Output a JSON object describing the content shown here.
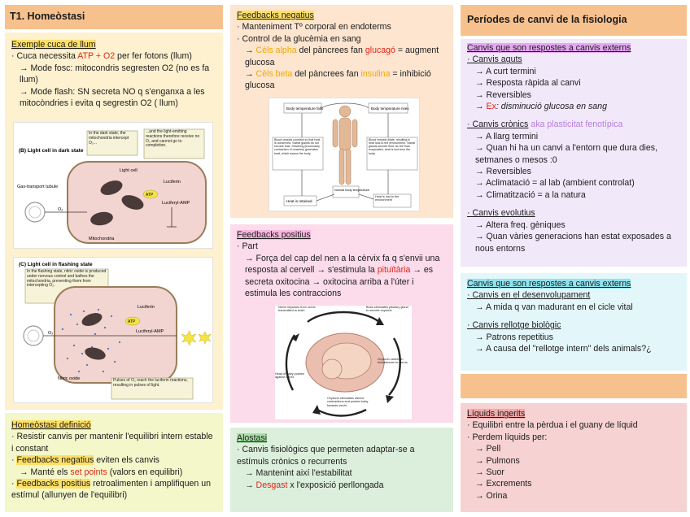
{
  "col1": {
    "title": "T1. Homeòstasi",
    "example_heading": "Exemple cuca de llum",
    "lines": [
      {
        "pre": "· Cuca necessita ",
        "hi": "ATP + O2",
        "post": " per fer fotons (llum)"
      },
      {
        "text": "→ Mode fosc: mitocondris segresten O2 (no es fa llum)"
      },
      {
        "text": "→ Mode flash: SN secreta NO q s'enganxa a les mitocòndries i evita q segrestin O2 ( llum)"
      }
    ],
    "fig_a": {
      "panel": "(B) Light cell in dark state",
      "callout1": "In the dark state, the mitochondria intercept O₂...",
      "callout2": "...and the light-emitting reactions therefore receive no O₂ and cannot go to completion.",
      "light_cell": "Light cell",
      "gas": "Gas-transport tubule",
      "luciferin": "Luciferin",
      "atp": "ATP",
      "amp": "Luciferyl-AMP",
      "mito": "Mitochondria",
      "o2": "O₂"
    },
    "fig_b": {
      "panel": "(C) Light cell in flashing state",
      "callout1": "In the flashing state, nitric oxide is produced under nervous control and bathes the mitochondria, preventing them from intercepting O₂.",
      "callout2": "Pulses of O₂ reach the luciferin reactions, resulting in pulses of light.",
      "luciferin": "Luciferin",
      "atp": "ATP",
      "amp": "Luciferyl-AMP",
      "no": "Nitric oxide",
      "o2": "O₂"
    },
    "def_heading": "Homeòstasi definició",
    "def_lines": [
      {
        "text": "· Resistir canvis per mantenir l'equilibri intern estable i constant"
      },
      {
        "pre": "· ",
        "hi": "Feedbacks negatius",
        "post": " eviten els canvis"
      },
      {
        "pre": "→ Manté els ",
        "red": "set points",
        "post": " (valors en equilibri)"
      },
      {
        "pre": "· ",
        "hi": "Feedbacks positius",
        "post": " retroalimenten i amplifiquen un estímul (allunyen de l'equilibri)"
      }
    ]
  },
  "col2": {
    "neg_heading": "Feedbacks negatius",
    "neg_lines": [
      "· Manteniment Tº corporal en endoterms",
      "· Control de la glucèmia en sang"
    ],
    "neg_alpha": {
      "pre": "→ ",
      "hi": "Cèls alpha",
      "mid": " del pàncrees fan ",
      "red": "glucagó",
      "post": " = augment glucosa"
    },
    "neg_beta": {
      "pre": "→ ",
      "hi": "Cèls beta",
      "mid": " del pàncrees fan ",
      "org": "insulina",
      "post": " = inhibició glucosa"
    },
    "fig_c": {
      "t1": "Body temperature falls",
      "t2": "Body temperature rises",
      "l1": "Blood vessels constrict so that heat is conserved. Sweat glands do not secrete fluid. Shivering (involuntary contraction of muscles) generates heat, which warms the body.",
      "l2": "Blood vessels dilate, resulting in heat loss to the environment. Sweat glands secrete fluid. As the fluid evaporates, heat is lost from the body.",
      "c": "Normal body temperature",
      "b1": "Heat is retained",
      "b2": "Heat is lost to the environment"
    },
    "pos_heading": "Feedbacks positius",
    "pos_part": "· Part",
    "pos_text1": "→ Força del cap del nen a la cèrvix fa q s'envii una resposta al cervell → s'estimula la ",
    "pos_red": "pituïtària",
    "pos_text2": " → es secreta oxitocina → oxitocina arriba a l'úter i estimula les contraccions",
    "fig_d": {
      "a": "Nerve impulses from cervix transmitted to brain",
      "b": "Brain stimulates pituitary gland to secrete oxytocin",
      "c": "Oxytocin carried in bloodstream to uterus",
      "d": "Oxytocin stimulates uterine contractions and pushes baby towards cervix",
      "e": "Head of baby pushes against cervix"
    },
    "alo_heading": "Alostasi",
    "alo_lines": [
      "· Canvis fisiològics que permeten adaptar-se a estímuls crònics o recurrents",
      "→ Mantenint així l'estabilitat"
    ],
    "alo_red": {
      "pre": "→ ",
      "red": "Desgast",
      "post": " x l'exposició perllongada"
    }
  },
  "col3": {
    "title": "Períodes de canvi de la fisiologia",
    "ext_heading": "Canvis que son respostes a canvis externs",
    "aguts": "· Canvis aguts",
    "aguts_items": [
      "→ A curt termini",
      "→ Resposta ràpida al canvi",
      "→ Reversibles"
    ],
    "aguts_ex": {
      "pre": "→ ",
      "red": "Ex",
      "post": ": disminució glucosa en sang"
    },
    "cronics": "· Canvis crònics",
    "cronics_aka": " aka plasticitat fenotípica",
    "cronics_items": [
      "→ A llarg termini",
      "→ Quan hi ha un canvi a l'entorn que dura dies, setmanes o mesos :0",
      "→ Reversibles",
      "→ Aclimatació = al lab (ambient controlat)",
      "→ Climatització = a la natura"
    ],
    "evol": "· Canvis evolutius",
    "evol_items": [
      "→ Altera freq. gèniques",
      "→ Quan vàries generacions han estat exposades a nous entorns"
    ],
    "int_heading": "Canvis que son respostes a canvis externs",
    "desen": "· Canvis en el desenvolupament",
    "desen_items": [
      "→ A mida q van madurant en el cicle vital"
    ],
    "rellotge": "· Canvis rellotge biològic",
    "rellotge_items": [
      "→ Patrons repetitius",
      "→ A causa del \"rellotge intern\" dels animals?¿"
    ],
    "liq_heading": "Líquids ingerits",
    "liq_lines": [
      "· Equilibri entre la pèrdua i el guany de líquid",
      "· Perdem líquids per:"
    ],
    "liq_items": [
      "→ Pell",
      "→ Pulmons",
      "→ Suor",
      "→ Excrements",
      "→ Orina"
    ]
  },
  "colors": {
    "title_bg": "#f7c18e",
    "red": "#e0261a",
    "orange": "#f0a800",
    "violet": "#b77ee0"
  }
}
